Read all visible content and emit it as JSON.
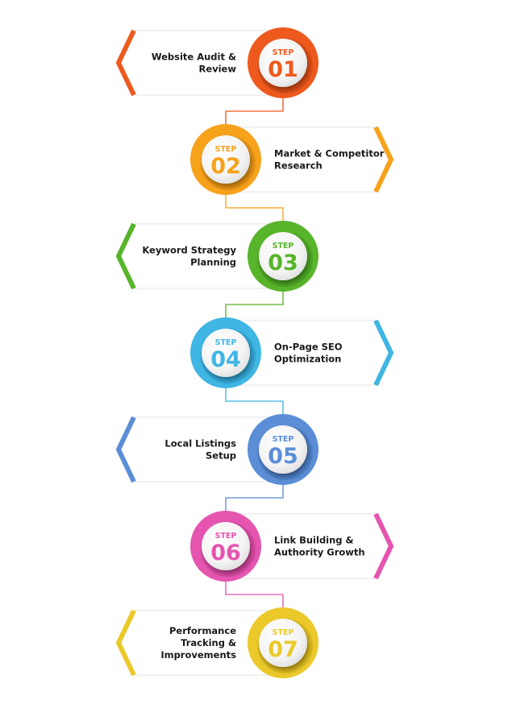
{
  "steps": [
    {
      "step_word": "STEP",
      "number": "01",
      "lines": [
        "Website Audit &",
        "Review"
      ],
      "side": "left",
      "color": "#EE5A1E",
      "dark": "#C9400D"
    },
    {
      "step_word": "STEP",
      "number": "02",
      "lines": [
        "Market & Competitor",
        "Research"
      ],
      "side": "right",
      "color": "#F7A21B",
      "dark": "#D9860A"
    },
    {
      "step_word": "STEP",
      "number": "03",
      "lines": [
        "Keyword Strategy",
        "Planning"
      ],
      "side": "left",
      "color": "#58B42A",
      "dark": "#3F941A"
    },
    {
      "step_word": "STEP",
      "number": "04",
      "lines": [
        "On-Page SEO",
        "Optimization"
      ],
      "side": "right",
      "color": "#3FB6E3",
      "dark": "#2594C4"
    },
    {
      "step_word": "STEP",
      "number": "05",
      "lines": [
        "Local Listings",
        "Setup"
      ],
      "side": "left",
      "color": "#5B8ED6",
      "dark": "#3D6FB8"
    },
    {
      "step_word": "STEP",
      "number": "06",
      "lines": [
        "Link Building &",
        "Authority Growth"
      ],
      "side": "right",
      "color": "#E555B0",
      "dark": "#C33A90"
    },
    {
      "step_word": "STEP",
      "number": "07",
      "lines": [
        "Performance",
        "Tracking &",
        "Improvements"
      ],
      "side": "left",
      "color": "#EBC92A",
      "dark": "#C9A812"
    }
  ]
}
